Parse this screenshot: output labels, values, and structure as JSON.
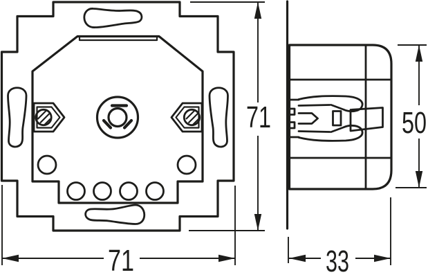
{
  "drawing": {
    "line_color": "#1d1d1b",
    "background_color": "#ffffff",
    "dimensions": {
      "front_height_mm": "71",
      "front_width_mm": "71",
      "side_height_mm": "50",
      "side_depth_mm": "33"
    }
  }
}
